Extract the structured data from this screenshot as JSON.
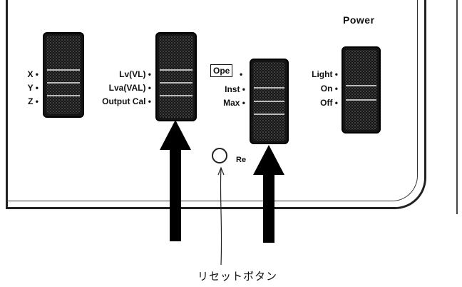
{
  "power_label": "Power",
  "axis_switch": {
    "labels": [
      "X",
      "Y",
      "Z"
    ]
  },
  "measure_switch": {
    "labels": [
      "Lv(VL)",
      "Lva(VAL)",
      "Output Cal"
    ]
  },
  "mode_switch": {
    "boxed_label": "Ope",
    "labels": [
      "Inst",
      "Max"
    ]
  },
  "power_switch": {
    "labels": [
      "Light",
      "On",
      "Off"
    ]
  },
  "reset": {
    "label": "Re",
    "caption": "リセットボタン"
  }
}
